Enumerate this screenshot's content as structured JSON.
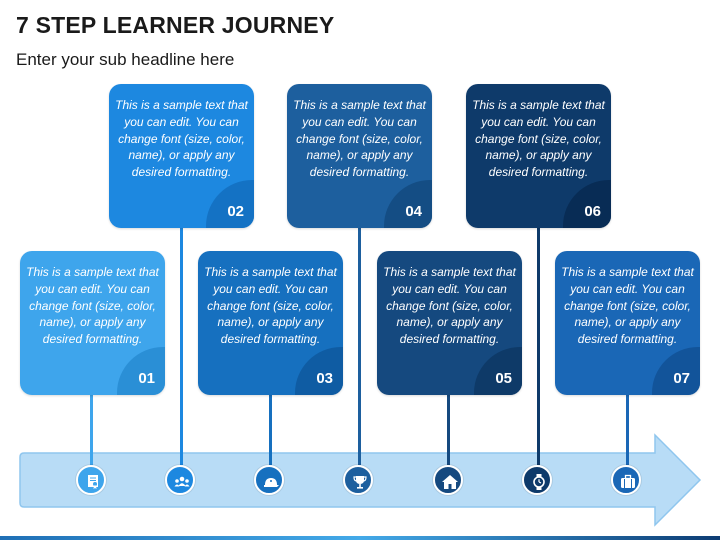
{
  "header": {
    "title": "7 STEP LEARNER JOURNEY",
    "subtitle": "Enter your sub headline here"
  },
  "steps": [
    {
      "number": "01",
      "text": "This is a sample text that you can edit. You can change font (size, color, name), or apply any desired formatting.",
      "icon": "certificate-icon",
      "color": "#3ea5ec"
    },
    {
      "number": "02",
      "text": "This is a sample text that you can edit. You can change font (size, color, name), or apply any desired formatting.",
      "icon": "group-icon",
      "color": "#1d88e0"
    },
    {
      "number": "03",
      "text": "This is a sample text that you can edit. You can change font (size, color, name), or apply any desired formatting.",
      "icon": "graduation-cap-icon",
      "color": "#1670bf"
    },
    {
      "number": "04",
      "text": "This is a sample text that you can edit. You can change font (size, color, name), or apply any desired formatting.",
      "icon": "trophy-icon",
      "color": "#1d5f9e"
    },
    {
      "number": "05",
      "text": "This is a sample text that you can edit. You can change font (size, color, name), or apply any desired formatting.",
      "icon": "school-icon",
      "color": "#15497f"
    },
    {
      "number": "06",
      "text": "This is a sample text that you can edit. You can change font (size, color, name), or apply any desired formatting.",
      "icon": "stopwatch-icon",
      "color": "#0e3a6a"
    },
    {
      "number": "07",
      "text": "This is a sample text that you can edit. You can change font (size, color, name), or apply any desired formatting.",
      "icon": "briefcase-icon",
      "color": "#1a67b6"
    }
  ],
  "arrow": {
    "color": "#b8dcf6",
    "border": "#8fc6ee"
  }
}
